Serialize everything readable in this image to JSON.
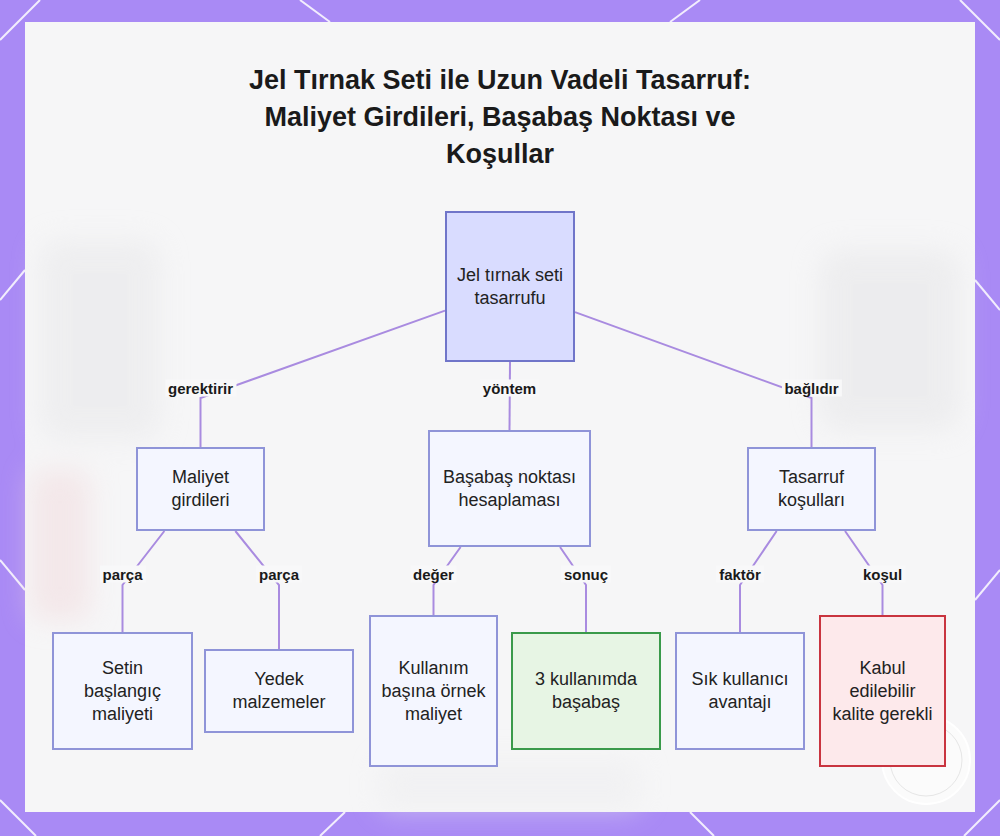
{
  "diagram": {
    "title": "Jel Tırnak Seti ile Uzun Vadeli Tasarruf: Maliyet Girdileri, Başabaş Noktası ve Koşullar",
    "nodes": [
      {
        "text": [
          "Jel tırnak seti tasarrufu"
        ]
      },
      {
        "text": [
          "Maliyet girdileri"
        ]
      },
      {
        "text": [
          "Başabaş noktası hesaplaması"
        ]
      },
      {
        "text": [
          "Tasarruf koşulları"
        ]
      },
      {
        "text": [
          "Setin başlangıç maliyeti"
        ]
      },
      {
        "text": [
          "Yedek malzemeler"
        ]
      },
      {
        "text": [
          "Kullanım başına örnek maliyet"
        ]
      },
      {
        "text": [
          "3 kullanımda başabaş"
        ]
      },
      {
        "text": [
          "Sık kullanıcı avantajı"
        ]
      },
      {
        "text": [
          "Kabul edilebilir kalite gerekli"
        ]
      }
    ],
    "edges": [
      {
        "from": 0,
        "to": 1,
        "label": "gerektirir",
        "arrow": "none"
      },
      {
        "from": 0,
        "to": 2,
        "label": "yöntem",
        "arrow": "none"
      },
      {
        "from": 0,
        "to": 3,
        "label": "bağlıdır",
        "arrow": "none"
      },
      {
        "from": 1,
        "to": 4,
        "label": "parça",
        "arrow": "none"
      },
      {
        "from": 1,
        "to": 5,
        "label": "parça",
        "arrow": "none"
      },
      {
        "from": 2,
        "to": 6,
        "label": "değer",
        "arrow": "none"
      },
      {
        "from": 2,
        "to": 7,
        "label": "sonuç",
        "arrow": "none"
      },
      {
        "from": 3,
        "to": 8,
        "label": "faktör",
        "arrow": "none"
      },
      {
        "from": 3,
        "to": 9,
        "label": "koşul",
        "arrow": "none"
      }
    ]
  }
}
